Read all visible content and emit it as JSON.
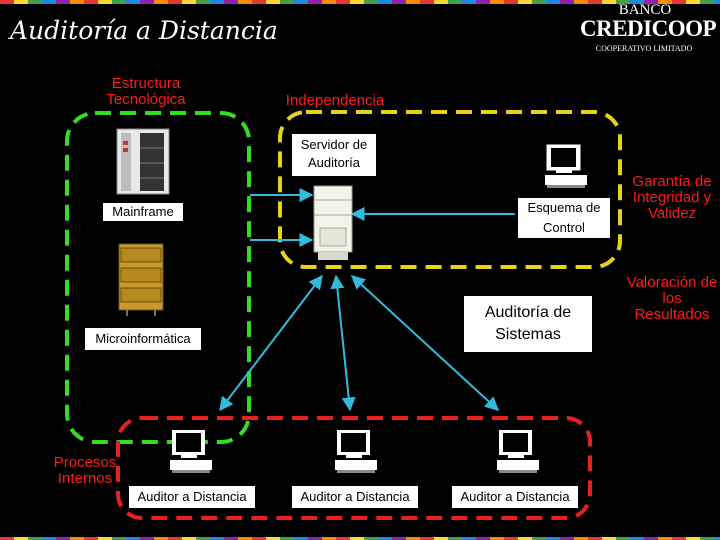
{
  "header": {
    "title": "Auditoría a Distancia",
    "bank_line1": "BANCO",
    "bank_line2": "CREDICOOP",
    "bank_line3": "COOPERATIVO LIMITADO"
  },
  "labels": {
    "estructura": "Estructura Tecnológica",
    "independencia": "Independencia",
    "servidor": "Servidor de Auditoría",
    "mainframe": "Mainframe",
    "esquema": "Esquema de Control",
    "microinformatica": "Microinformática",
    "auditoria_sistemas": "Auditoría de Sistemas",
    "garantia": "Garantía de Integridad y Validez",
    "valoracion": "Valoración de los Resultados",
    "procesos": "Procesos Internos",
    "auditor1": "Auditor a Distancia",
    "auditor2": "Auditor a Distancia",
    "auditor3": "Auditor a Distancia"
  },
  "colors": {
    "green_dash": "#33dd22",
    "yellow_dash": "#e8d21a",
    "red_dash": "#e82020",
    "arrow": "#33bbdd",
    "accent_red": "#ff1a1a"
  }
}
